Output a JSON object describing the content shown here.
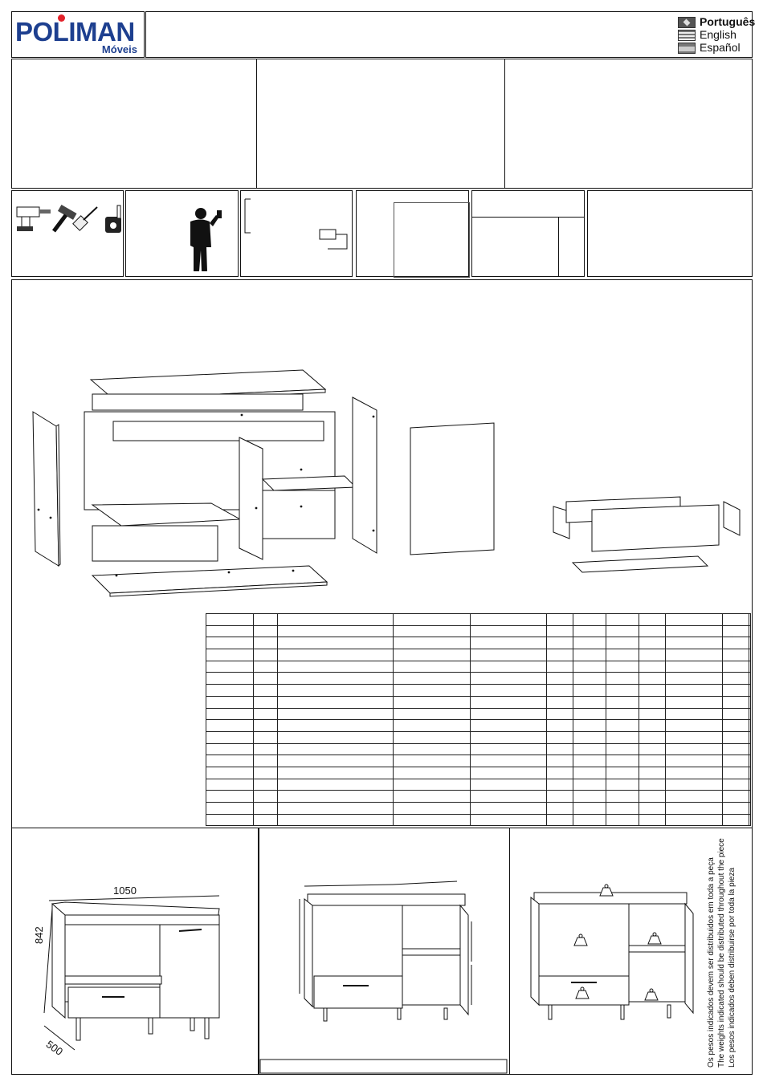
{
  "brand": {
    "name": "POLIMAN",
    "sub": "Móveis",
    "colors": {
      "primary": "#1d3f8f",
      "dot": "#e3222a"
    }
  },
  "languages": [
    {
      "label": "Português",
      "flag": "brazil-flag-icon",
      "active": true
    },
    {
      "label": "English",
      "flag": "usa-flag-icon",
      "active": false
    },
    {
      "label": "Español",
      "flag": "spain-flag-icon",
      "active": false
    }
  ],
  "tools": [
    "drill-icon",
    "hammer-icon",
    "screwdriver-icon",
    "tape-measure-icon"
  ],
  "parts_table": {
    "columns": 12,
    "rows": 18
  },
  "dimensions": {
    "width": "1050",
    "height": "842",
    "depth": "500"
  },
  "weight_notes": [
    "Os pesos indicados devem ser distribuidos em toda a peça",
    "The weights indicated should be distributed throughout the piece",
    "Los pesos indicados deben distribuirse por toda la pieza"
  ]
}
